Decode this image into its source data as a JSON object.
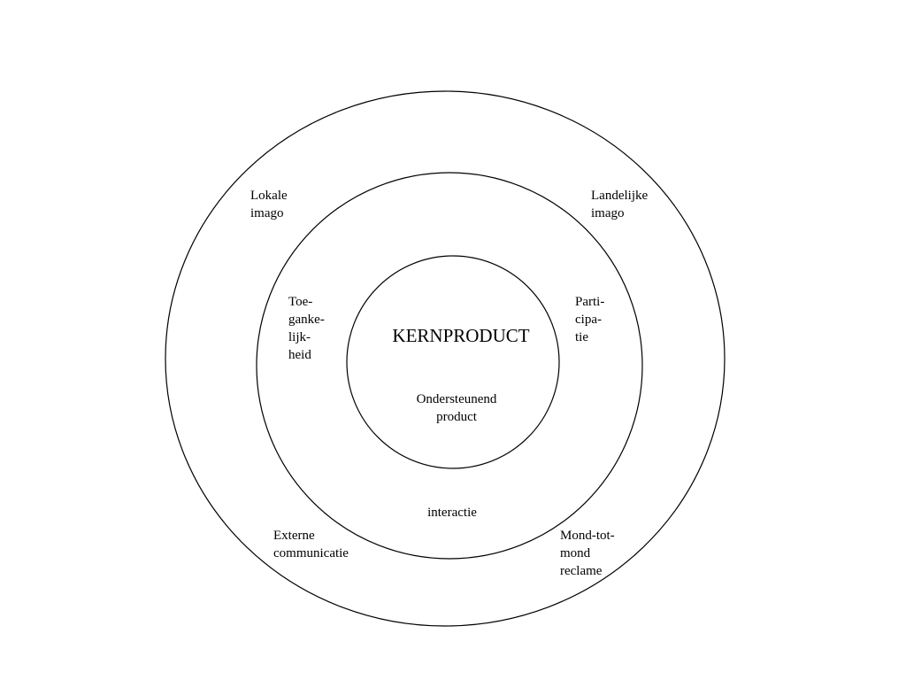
{
  "colors": {
    "background": "#ffffff",
    "stroke": "#000000",
    "text": "#000000"
  },
  "center": {
    "title": "KERNPRODUCT",
    "supporting": [
      "Ondersteunend",
      "product"
    ]
  },
  "middle_ring": {
    "left": [
      "Toe-",
      "ganke-",
      "lijk-",
      "heid"
    ],
    "right": [
      "Parti-",
      "cipa-",
      "tie"
    ],
    "bottom": "interactie"
  },
  "outer_ring": {
    "top_left": [
      "Lokale",
      "imago"
    ],
    "top_right": [
      "Landelijke",
      "imago"
    ],
    "bottom_left": [
      "Externe",
      "communicatie"
    ],
    "bottom_right": [
      "Mond-tot-",
      "mond",
      "reclame"
    ]
  }
}
